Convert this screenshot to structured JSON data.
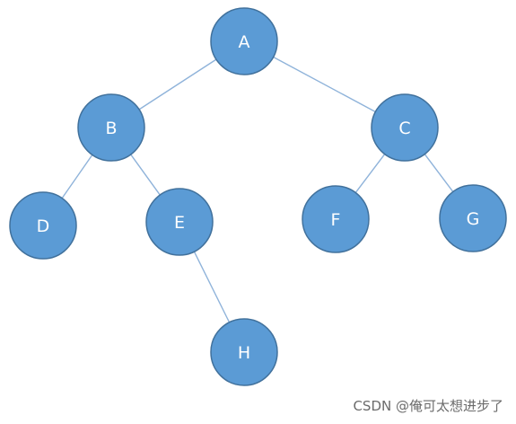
{
  "tree": {
    "nodes": [
      {
        "id": "A",
        "label": "A"
      },
      {
        "id": "B",
        "label": "B"
      },
      {
        "id": "C",
        "label": "C"
      },
      {
        "id": "D",
        "label": "D"
      },
      {
        "id": "E",
        "label": "E"
      },
      {
        "id": "F",
        "label": "F"
      },
      {
        "id": "G",
        "label": "G"
      },
      {
        "id": "H",
        "label": "H"
      }
    ],
    "edges": [
      {
        "from": "A",
        "to": "B"
      },
      {
        "from": "A",
        "to": "C"
      },
      {
        "from": "B",
        "to": "D"
      },
      {
        "from": "B",
        "to": "E"
      },
      {
        "from": "C",
        "to": "F"
      },
      {
        "from": "C",
        "to": "G"
      },
      {
        "from": "E",
        "to": "H"
      }
    ]
  },
  "colors": {
    "node_fill": "#5b9bd5",
    "node_border": "#41719c",
    "edge": "#8fb3da",
    "label": "#ffffff"
  },
  "watermark": {
    "text": "CSDN @俺可太想进步了"
  }
}
